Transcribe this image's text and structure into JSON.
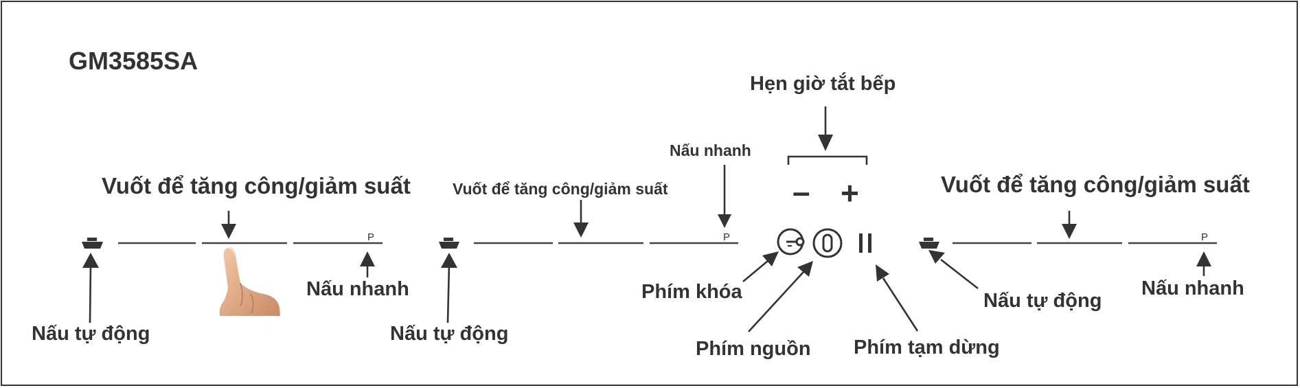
{
  "model": "GM3585SA",
  "slide_label": "Vuốt để tăng công/giảm suất",
  "auto_cook_label": "Nấu tự động",
  "quick_cook_label": "Nấu nhanh",
  "timer_label": "Hẹn giờ tắt bếp",
  "minus_symbol": "–",
  "plus_symbol": "+",
  "boost_symbol": "P",
  "lock_key_label": "Phím khóa",
  "power_key_label": "Phím nguồn",
  "pause_key_label": "Phím tạm dừng",
  "colors": {
    "ink": "#333333",
    "frame": "#333333",
    "skin": "#e8b08a"
  }
}
